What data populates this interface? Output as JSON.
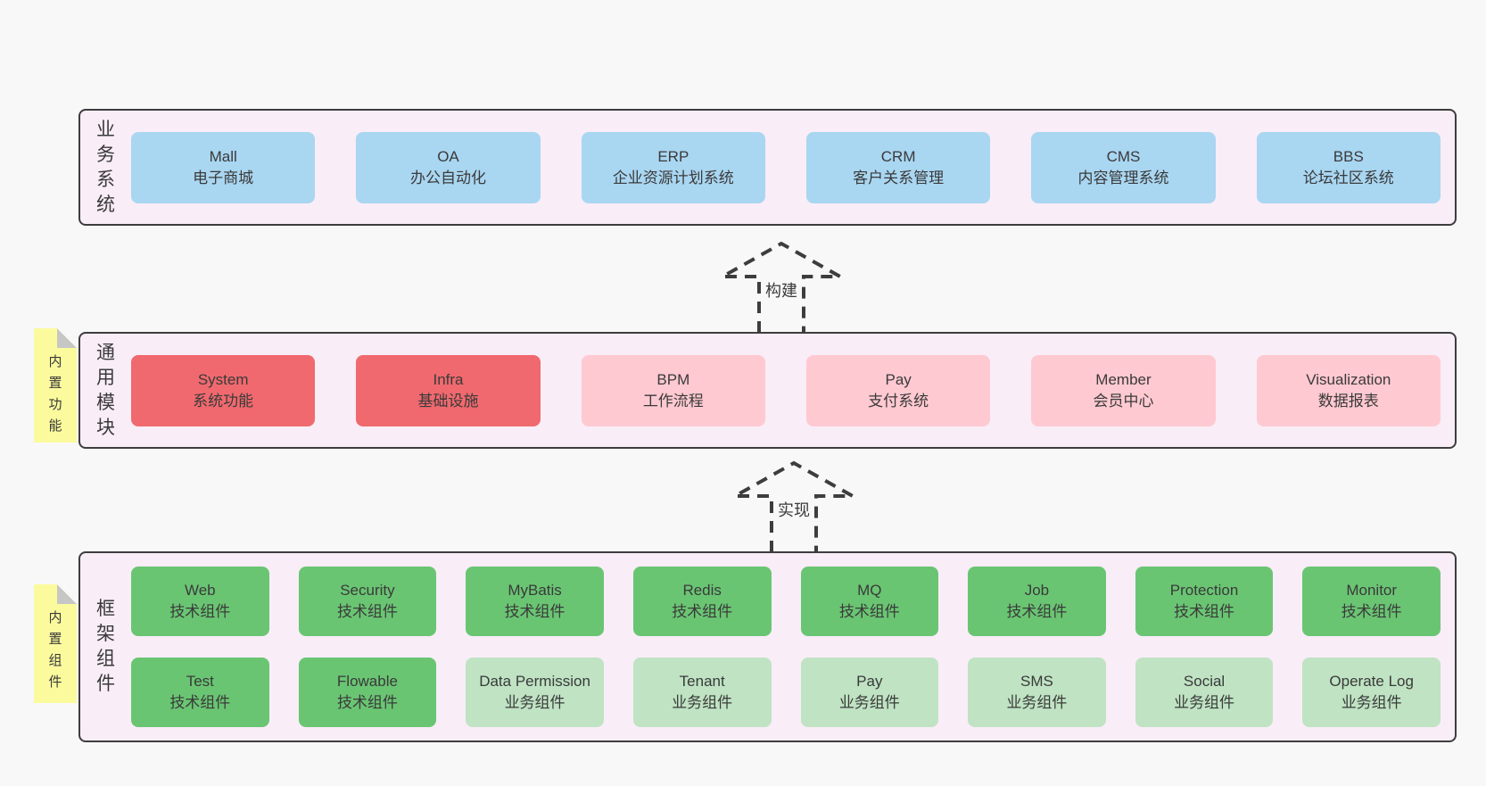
{
  "colors": {
    "page_bg": "#f8f8f8",
    "layer_bg": "#f9edf7",
    "border": "#3d3d3d",
    "text": "#3a3a3a",
    "blue": "#a9d6f1",
    "red": "#f0696e",
    "pink": "#ffc9d1",
    "green": "#6ac573",
    "light_green": "#bfe3c3",
    "tag_yellow": "#fbfb9e",
    "fold_gray": "#c6c6c6"
  },
  "layers": [
    {
      "id": "business",
      "label": "业务系统",
      "rows": [
        [
          {
            "en": "Mall",
            "zh": "电子商城",
            "variant": "blue"
          },
          {
            "en": "OA",
            "zh": "办公自动化",
            "variant": "blue"
          },
          {
            "en": "ERP",
            "zh": "企业资源计划系统",
            "variant": "blue"
          },
          {
            "en": "CRM",
            "zh": "客户关系管理",
            "variant": "blue"
          },
          {
            "en": "CMS",
            "zh": "内容管理系统",
            "variant": "blue"
          },
          {
            "en": "BBS",
            "zh": "论坛社区系统",
            "variant": "blue"
          }
        ]
      ]
    },
    {
      "id": "modules",
      "label": "通用模块",
      "tag": "内置功能",
      "rows": [
        [
          {
            "en": "System",
            "zh": "系统功能",
            "variant": "red"
          },
          {
            "en": "Infra",
            "zh": "基础设施",
            "variant": "red"
          },
          {
            "en": "BPM",
            "zh": "工作流程",
            "variant": "pink"
          },
          {
            "en": "Pay",
            "zh": "支付系统",
            "variant": "pink"
          },
          {
            "en": "Member",
            "zh": "会员中心",
            "variant": "pink"
          },
          {
            "en": "Visualization",
            "zh": "数据报表",
            "variant": "pink"
          }
        ]
      ]
    },
    {
      "id": "framework",
      "label": "框架组件",
      "tag": "内置组件",
      "rows": [
        [
          {
            "en": "Web",
            "zh": "技术组件",
            "variant": "green"
          },
          {
            "en": "Security",
            "zh": "技术组件",
            "variant": "green"
          },
          {
            "en": "MyBatis",
            "zh": "技术组件",
            "variant": "green"
          },
          {
            "en": "Redis",
            "zh": "技术组件",
            "variant": "green"
          },
          {
            "en": "MQ",
            "zh": "技术组件",
            "variant": "green"
          },
          {
            "en": "Job",
            "zh": "技术组件",
            "variant": "green"
          },
          {
            "en": "Protection",
            "zh": "技术组件",
            "variant": "green"
          },
          {
            "en": "Monitor",
            "zh": "技术组件",
            "variant": "green"
          }
        ],
        [
          {
            "en": "Test",
            "zh": "技术组件",
            "variant": "green"
          },
          {
            "en": "Flowable",
            "zh": "技术组件",
            "variant": "green"
          },
          {
            "en": "Data Permission",
            "zh": "业务组件",
            "variant": "light_green"
          },
          {
            "en": "Tenant",
            "zh": "业务组件",
            "variant": "light_green"
          },
          {
            "en": "Pay",
            "zh": "业务组件",
            "variant": "light_green"
          },
          {
            "en": "SMS",
            "zh": "业务组件",
            "variant": "light_green"
          },
          {
            "en": "Social",
            "zh": "业务组件",
            "variant": "light_green"
          },
          {
            "en": "Operate Log",
            "zh": "业务组件",
            "variant": "light_green"
          }
        ]
      ]
    }
  ],
  "arrows": [
    {
      "id": "build",
      "label": "构建"
    },
    {
      "id": "implement",
      "label": "实现"
    }
  ]
}
